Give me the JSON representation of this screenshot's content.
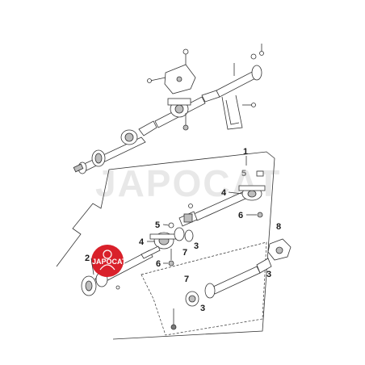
{
  "watermark": "JAPOCAT",
  "logo": {
    "text": "JAPOCAT",
    "color": "#d9202a"
  },
  "callouts": {
    "c1": "1",
    "c2": "2",
    "c3a": "3",
    "c3b": "3",
    "c3c": "3",
    "c4a": "4",
    "c4b": "4",
    "c5a": "5",
    "c5b": "5",
    "c6a": "6",
    "c6b": "6",
    "c7a": "7",
    "c7b": "7",
    "c8": "8"
  }
}
